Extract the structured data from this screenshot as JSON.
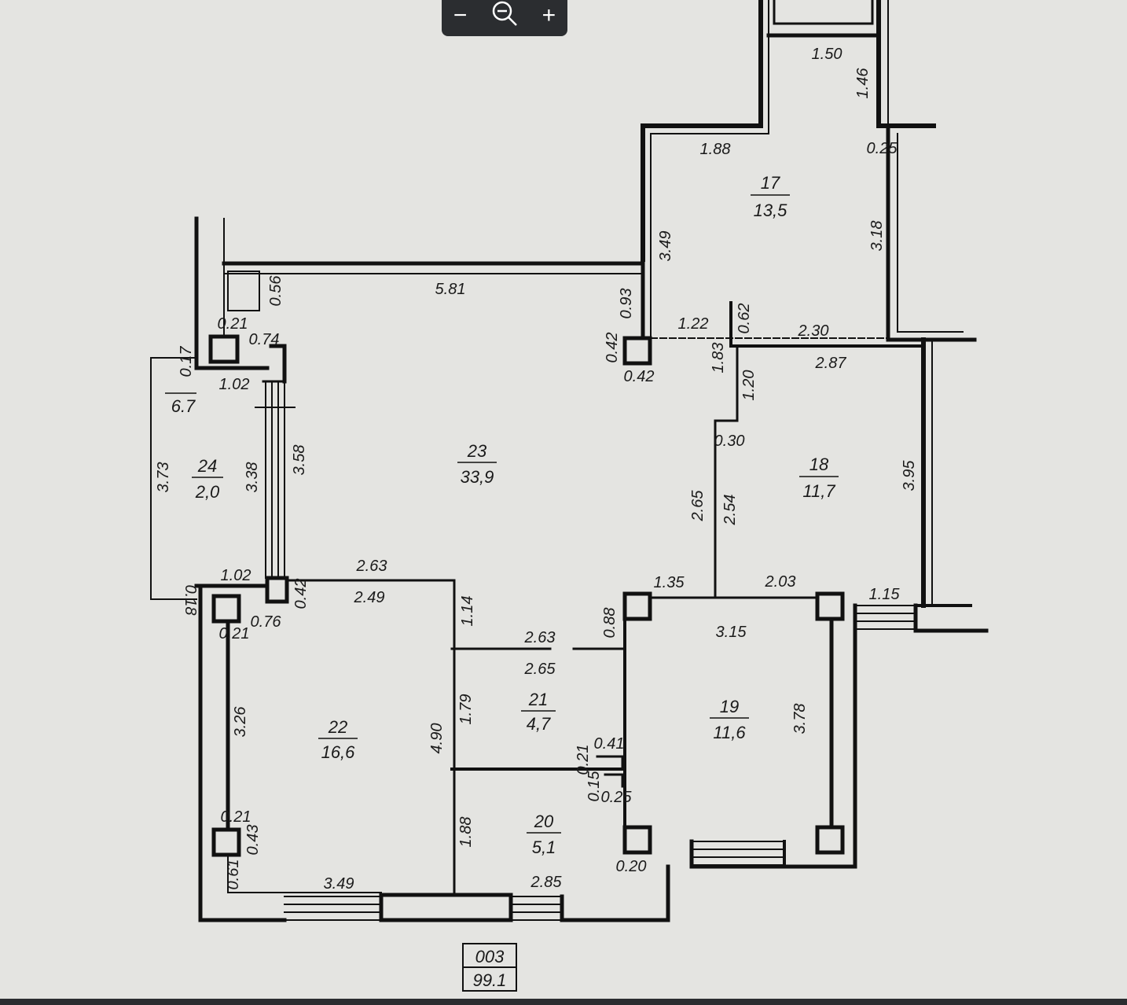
{
  "toolbar": {
    "zoom_out": "−",
    "zoom_in": "+",
    "zoom_icon": "magnifier-minus-icon"
  },
  "rooms": [
    {
      "id": "r17",
      "num": "17",
      "area": "13,5"
    },
    {
      "id": "r18",
      "num": "18",
      "area": "11,7"
    },
    {
      "id": "r19",
      "num": "19",
      "area": "11,6"
    },
    {
      "id": "r20",
      "num": "20",
      "area": "5,1"
    },
    {
      "id": "r21",
      "num": "21",
      "area": "4,7"
    },
    {
      "id": "r22",
      "num": "22",
      "area": "16,6"
    },
    {
      "id": "r23",
      "num": "23",
      "area": "33,9"
    },
    {
      "id": "r24",
      "num": "24",
      "area": "2,0"
    }
  ],
  "balcony_label": "6.7",
  "stamp": {
    "code": "003",
    "total_area": "99.1"
  },
  "dims": {
    "d150": "1.50",
    "d146": "1.46",
    "d188": "1.88",
    "d025": "0.25",
    "d318": "3.18",
    "d349a": "3.49",
    "d056": "0.56",
    "d581": "5.81",
    "d093": "0.93",
    "d042a": "0.42",
    "d042b": "0.42",
    "d122": "1.22",
    "d062": "0.62",
    "d230": "2.30",
    "d287": "2.87",
    "d183": "1.83",
    "d120": "1.20",
    "d030": "0.30",
    "d021a": "0.21",
    "d074": "0.74",
    "d017": "0.17",
    "d102a": "1.02",
    "d373": "3.73",
    "d338": "3.38",
    "d358": "3.58",
    "d265a": "2.65",
    "d254": "2.54",
    "d395": "3.95",
    "d102b": "1.02",
    "d263a": "2.63",
    "d249": "2.49",
    "d018": "0.18",
    "d042c": "0.42",
    "d076": "0.76",
    "d021b": "0.21",
    "d114": "1.14",
    "d135": "1.35",
    "d203": "2.03",
    "d115": "1.15",
    "d088": "0.88",
    "d263b": "2.63",
    "d265b": "2.65",
    "d315": "3.15",
    "d326": "3.26",
    "d490": "4.90",
    "d179": "1.79",
    "d041": "0.41",
    "d021c": "0.21",
    "d015": "0.15",
    "d025b": "0.25",
    "d378": "3.78",
    "d021d": "0.21",
    "d043": "0.43",
    "d061": "0.61",
    "d188b": "1.88",
    "d020": "0.20",
    "d349b": "3.49",
    "d285": "2.85"
  }
}
